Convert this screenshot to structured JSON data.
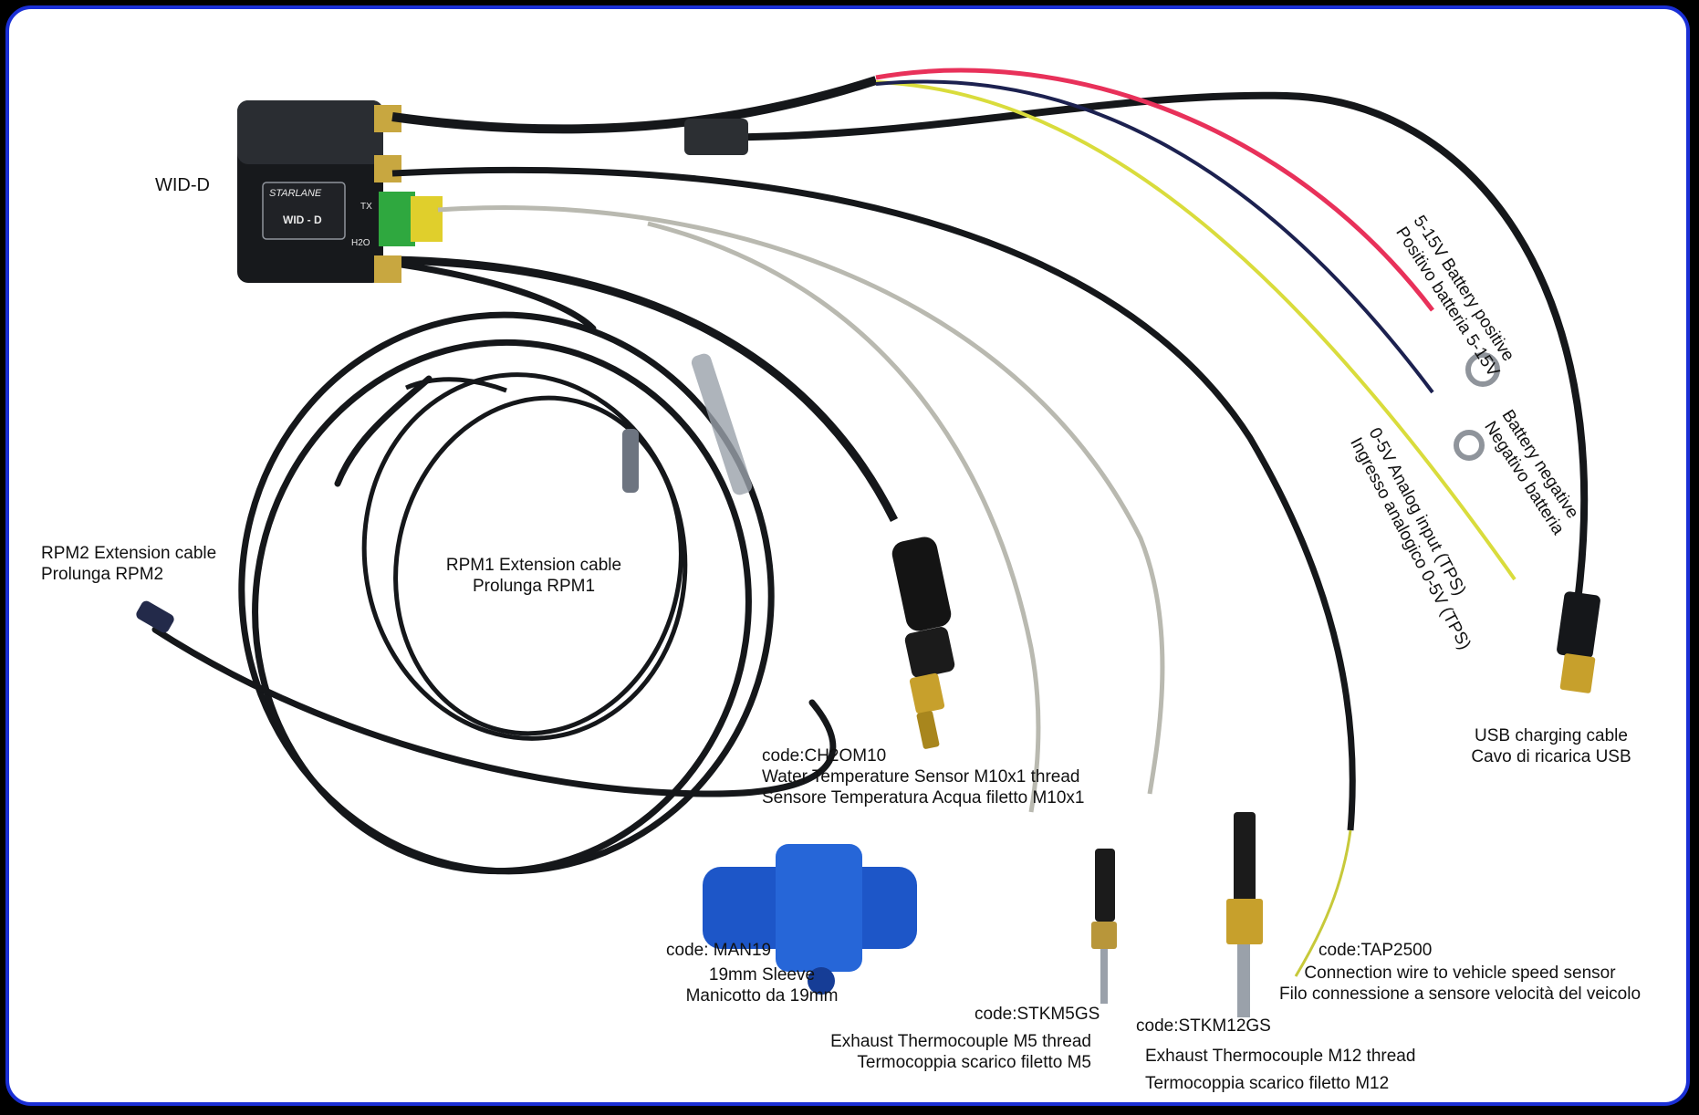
{
  "device": {
    "name": "WID-D",
    "brand": "STARLANE",
    "model": "WID - D",
    "port_tx": "TX",
    "port_h2o": "H2O"
  },
  "labels": {
    "rpm2": {
      "line1": "RPM2 Extension cable",
      "line2": "Prolunga RPM2"
    },
    "rpm1": {
      "line1": "RPM1 Extension cable",
      "line2": "Prolunga RPM1"
    },
    "water_sensor": {
      "code": "code:CH2OM10",
      "line1": "Water Temperature Sensor M10x1 thread",
      "line2": "Sensore Temperatura Acqua filetto M10x1"
    },
    "sleeve": {
      "code": "code: MAN19",
      "line1": "19mm Sleeve",
      "line2": "Manicotto da 19mm"
    },
    "stkm5": {
      "code": "code:STKM5GS",
      "line1": "Exhaust Thermocouple M5 thread",
      "line2": "Termocoppia scarico filetto M5"
    },
    "stkm12": {
      "code": "code:STKM12GS",
      "line1": "Exhaust Thermocouple M12 thread",
      "line2": "Termocoppia scarico filetto M12"
    },
    "tap2500": {
      "code": "code:TAP2500",
      "line1": "Connection wire to vehicle speed sensor",
      "line2": "Filo connessione a sensore velocità del veicolo"
    },
    "usb": {
      "line1": "USB charging cable",
      "line2": "Cavo di ricarica USB"
    },
    "battery_pos": {
      "line1": "5-15V Battery positive",
      "line2": "Positivo batteria 5-15V"
    },
    "battery_neg": {
      "line1": "Battery negative",
      "line2": "Negativo batteria"
    },
    "analog": {
      "line1": "0-5V Analog input (TPS)",
      "line2": "Ingresso analogico 0-5V (TPS)"
    }
  },
  "colors": {
    "frame_border": "#1a2fd6",
    "cable_black": "#15171a",
    "wire_red": "#e8315a",
    "wire_yellow": "#d9dc3c",
    "wire_navy": "#1c2150",
    "braid": "#b9b9b0",
    "sleeve_blue": "#1d56c8",
    "brass": "#c7a02c"
  }
}
